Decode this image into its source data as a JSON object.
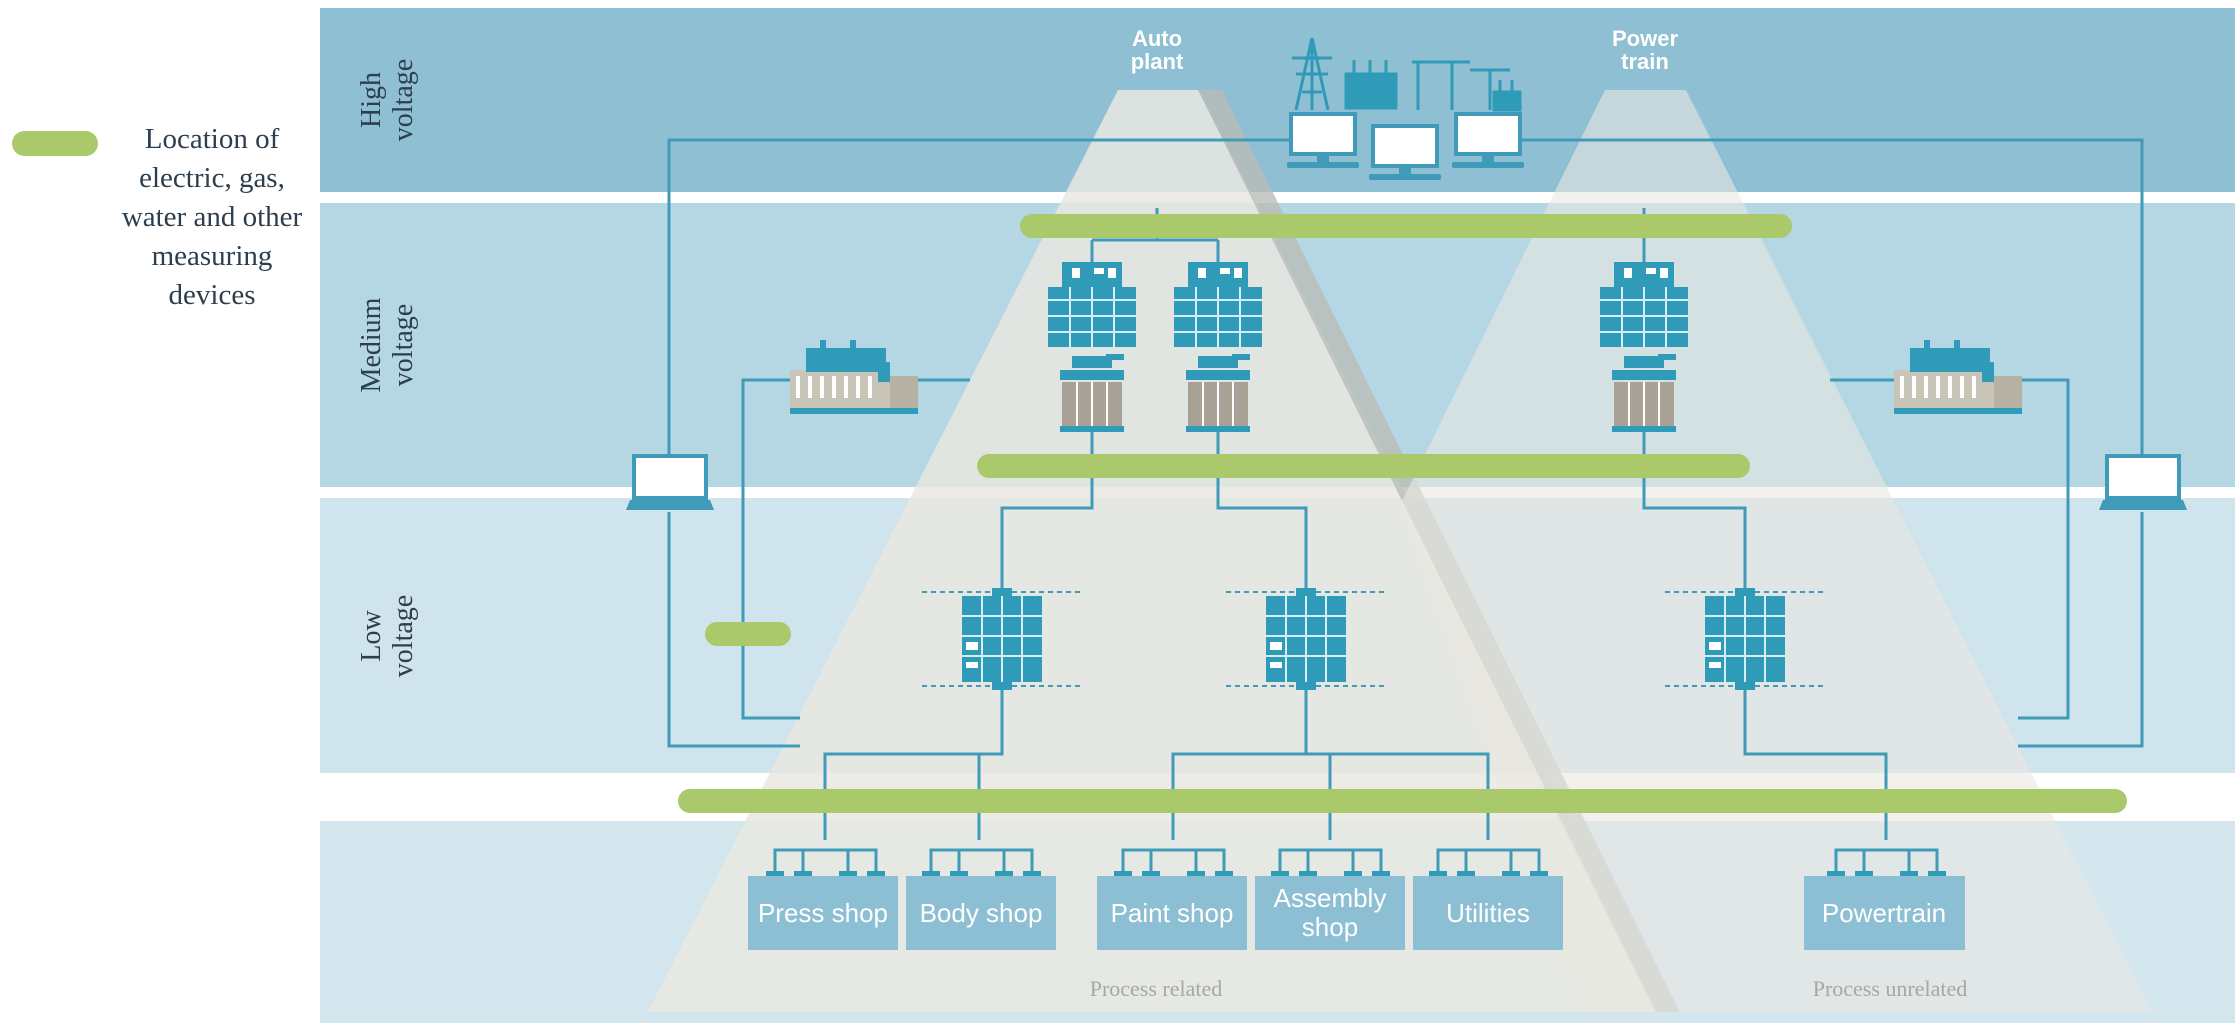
{
  "legend": {
    "color": "#a9c96b",
    "lines": [
      "Location of",
      "electric, gas,",
      "water and other",
      "measuring",
      "devices"
    ]
  },
  "bands": {
    "high": [
      "High",
      "voltage"
    ],
    "medium": [
      "Medium",
      "voltage"
    ],
    "low": [
      "Low",
      "voltage"
    ]
  },
  "pyramids": {
    "auto_plant": [
      "Auto",
      "plant"
    ],
    "power_train": [
      "Power",
      "train"
    ]
  },
  "shops": [
    {
      "lines": [
        "Press shop"
      ]
    },
    {
      "lines": [
        "Body shop"
      ]
    },
    {
      "lines": [
        "Paint shop"
      ]
    },
    {
      "lines": [
        "Assembly",
        "shop"
      ]
    },
    {
      "lines": [
        "Utilities"
      ]
    },
    {
      "lines": [
        "Powertrain"
      ]
    }
  ],
  "footer": {
    "process_related": "Process related",
    "process_unrelated": "Process unrelated"
  },
  "colors": {
    "high_band": "#8fbfd3",
    "medium_band": "#b5d7e4",
    "low_band": "#cfe4ec",
    "shop_band": "#d3e6ee",
    "pyramid": "#e9e8e1",
    "line": "#3f9bb8",
    "device": "#2f9bb8",
    "measure_bar": "#a9c96b",
    "shop_box": "#8cbfd4"
  },
  "icons": [
    "power-grid-icon",
    "computer-monitor-icon",
    "mv-switchgear-icon",
    "transformer-icon",
    "lv-switchboard-icon",
    "generator-set-icon",
    "laptop-icon"
  ]
}
